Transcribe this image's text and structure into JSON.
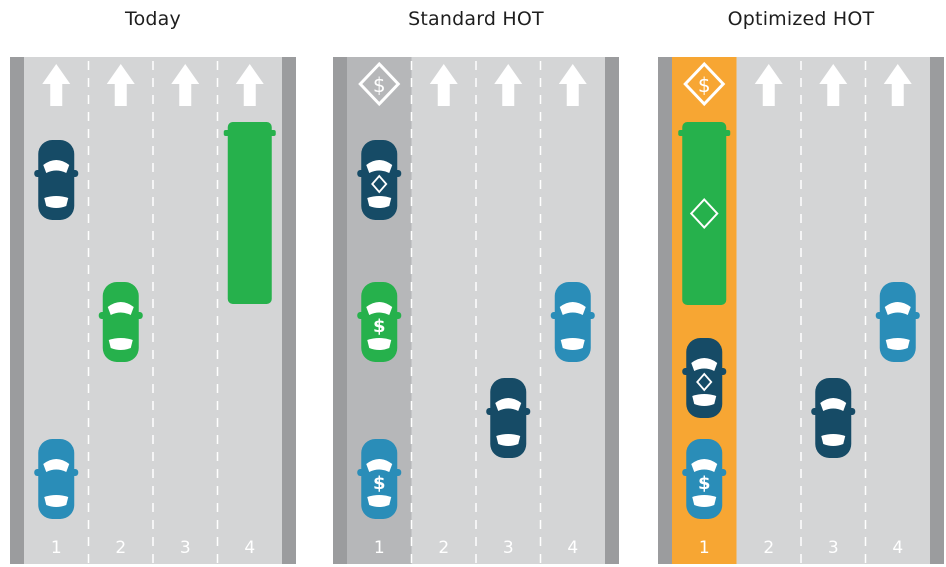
{
  "colors": {
    "road": "#d4d5d6",
    "shoulder": "#9b9c9e",
    "hot_lane_standard": "#b6b7b9",
    "hot_lane_optimized": "#f7a633",
    "lane_divider": "#ffffff",
    "arrow": "#ffffff",
    "car_dark": "#164b66",
    "car_green": "#26b14c",
    "car_light": "#2a8db8",
    "bus_green": "#26b14c",
    "glass": "#ffffff"
  },
  "panels": [
    {
      "title": "Today",
      "hot_lane": "none",
      "lanes": [
        "1",
        "2",
        "3",
        "4"
      ],
      "lane1_sign": null,
      "vehicles": [
        {
          "kind": "car",
          "color": "dark",
          "lane": 1,
          "row": "top",
          "symbol": null
        },
        {
          "kind": "car",
          "color": "green",
          "lane": 2,
          "row": "middle",
          "symbol": null
        },
        {
          "kind": "car",
          "color": "light",
          "lane": 1,
          "row": "bottom",
          "symbol": null
        },
        {
          "kind": "bus",
          "color": "green",
          "lane": 4,
          "row": "top",
          "symbol": null
        }
      ]
    },
    {
      "title": "Standard HOT",
      "hot_lane": "standard",
      "lanes": [
        "1",
        "2",
        "3",
        "4"
      ],
      "lane1_sign": "$",
      "vehicles": [
        {
          "kind": "car",
          "color": "dark",
          "lane": 1,
          "row": "top",
          "symbol": "◇"
        },
        {
          "kind": "car",
          "color": "green",
          "lane": 1,
          "row": "middle",
          "symbol": "$"
        },
        {
          "kind": "car",
          "color": "light",
          "lane": 1,
          "row": "bottom",
          "symbol": "$"
        },
        {
          "kind": "car",
          "color": "dark",
          "lane": 3,
          "row": "lower",
          "symbol": null
        },
        {
          "kind": "car",
          "color": "light",
          "lane": 4,
          "row": "middle",
          "symbol": null
        }
      ]
    },
    {
      "title": "Optimized HOT",
      "hot_lane": "optimized",
      "lanes": [
        "1",
        "2",
        "3",
        "4"
      ],
      "lane1_sign": "$",
      "vehicles": [
        {
          "kind": "bus",
          "color": "green",
          "lane": 1,
          "row": "top",
          "symbol": "◇"
        },
        {
          "kind": "car",
          "color": "dark",
          "lane": 1,
          "row": "middle-low",
          "symbol": "◇"
        },
        {
          "kind": "car",
          "color": "light",
          "lane": 1,
          "row": "bottom",
          "symbol": "$"
        },
        {
          "kind": "car",
          "color": "dark",
          "lane": 3,
          "row": "lower",
          "symbol": null
        },
        {
          "kind": "car",
          "color": "light",
          "lane": 4,
          "row": "middle",
          "symbol": null
        }
      ]
    }
  ]
}
